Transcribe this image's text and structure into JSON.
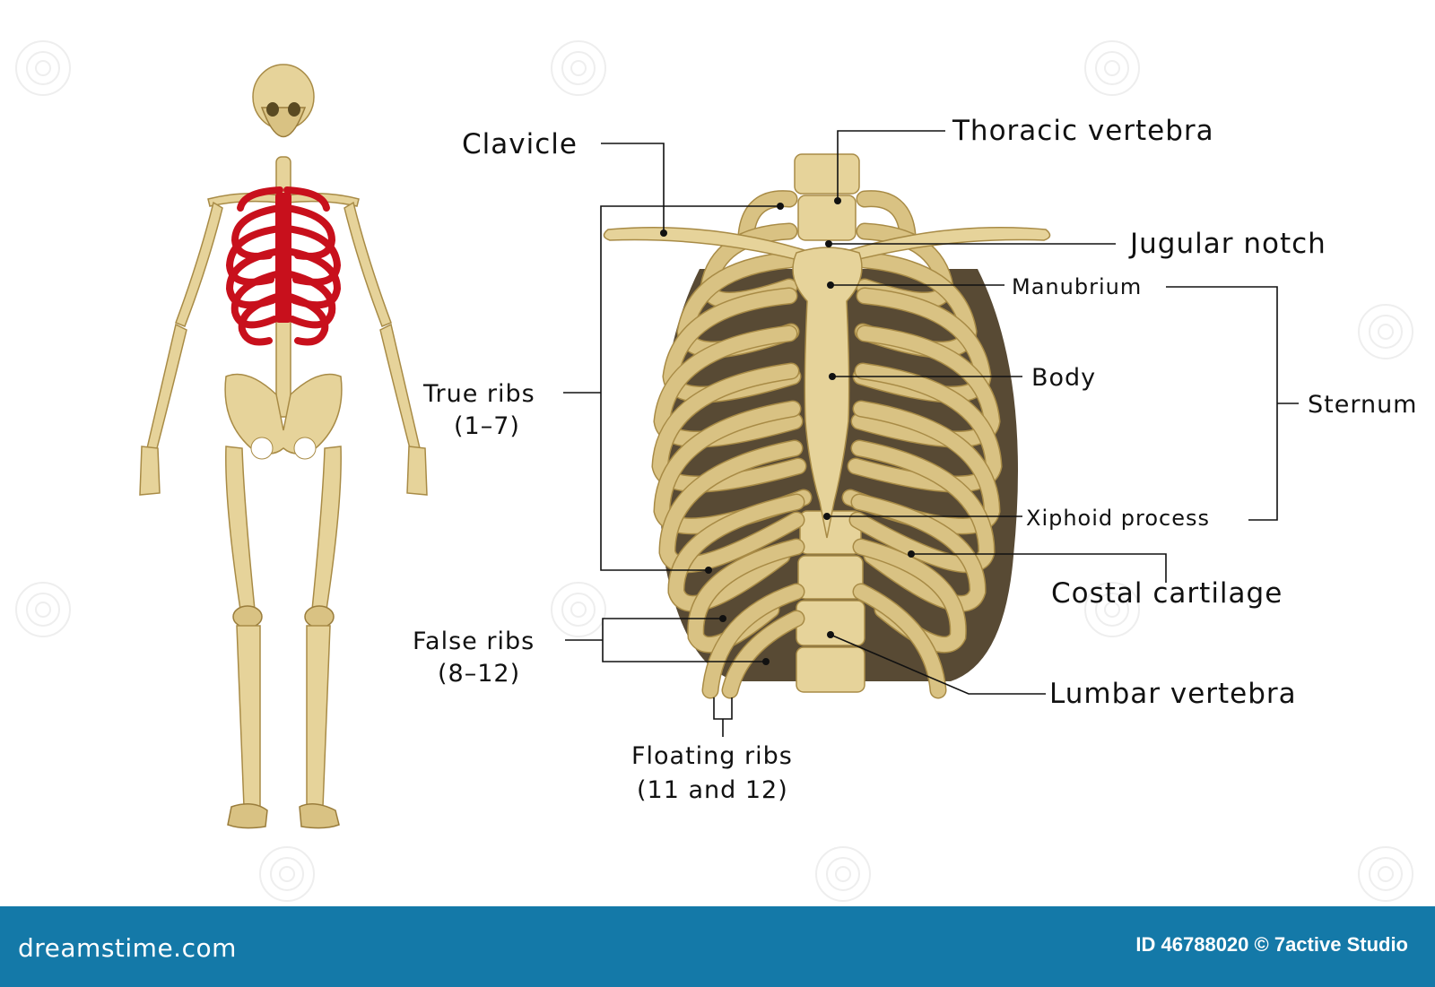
{
  "labels": {
    "clavicle": "Clavicle",
    "thoracic_vertebra": "Thoracic vertebra",
    "jugular_notch": "Jugular notch",
    "manubrium": "Manubrium",
    "body": "Body",
    "sternum": "Sternum",
    "true_ribs": "True ribs",
    "true_ribs_range": "(1–7)",
    "xiphoid_process": "Xiphoid process",
    "costal_cartilage": "Costal cartilage",
    "false_ribs": "False ribs",
    "false_ribs_range": "(8–12)",
    "lumbar_vertebra": "Lumbar vertebra",
    "floating_ribs": "Floating ribs",
    "floating_ribs_range": "(11 and 12)"
  },
  "footer": {
    "site": "dreamstime.com",
    "credit": "ID 46788020 © 7active Studio"
  },
  "colors": {
    "bone": "#e6d39a",
    "highlight_ribs": "#c8101c",
    "footer_bg": "#1479a8"
  },
  "icons": [
    "full-skeleton-illustration",
    "rib-cage-illustration",
    "watermark-spiral-icon"
  ]
}
